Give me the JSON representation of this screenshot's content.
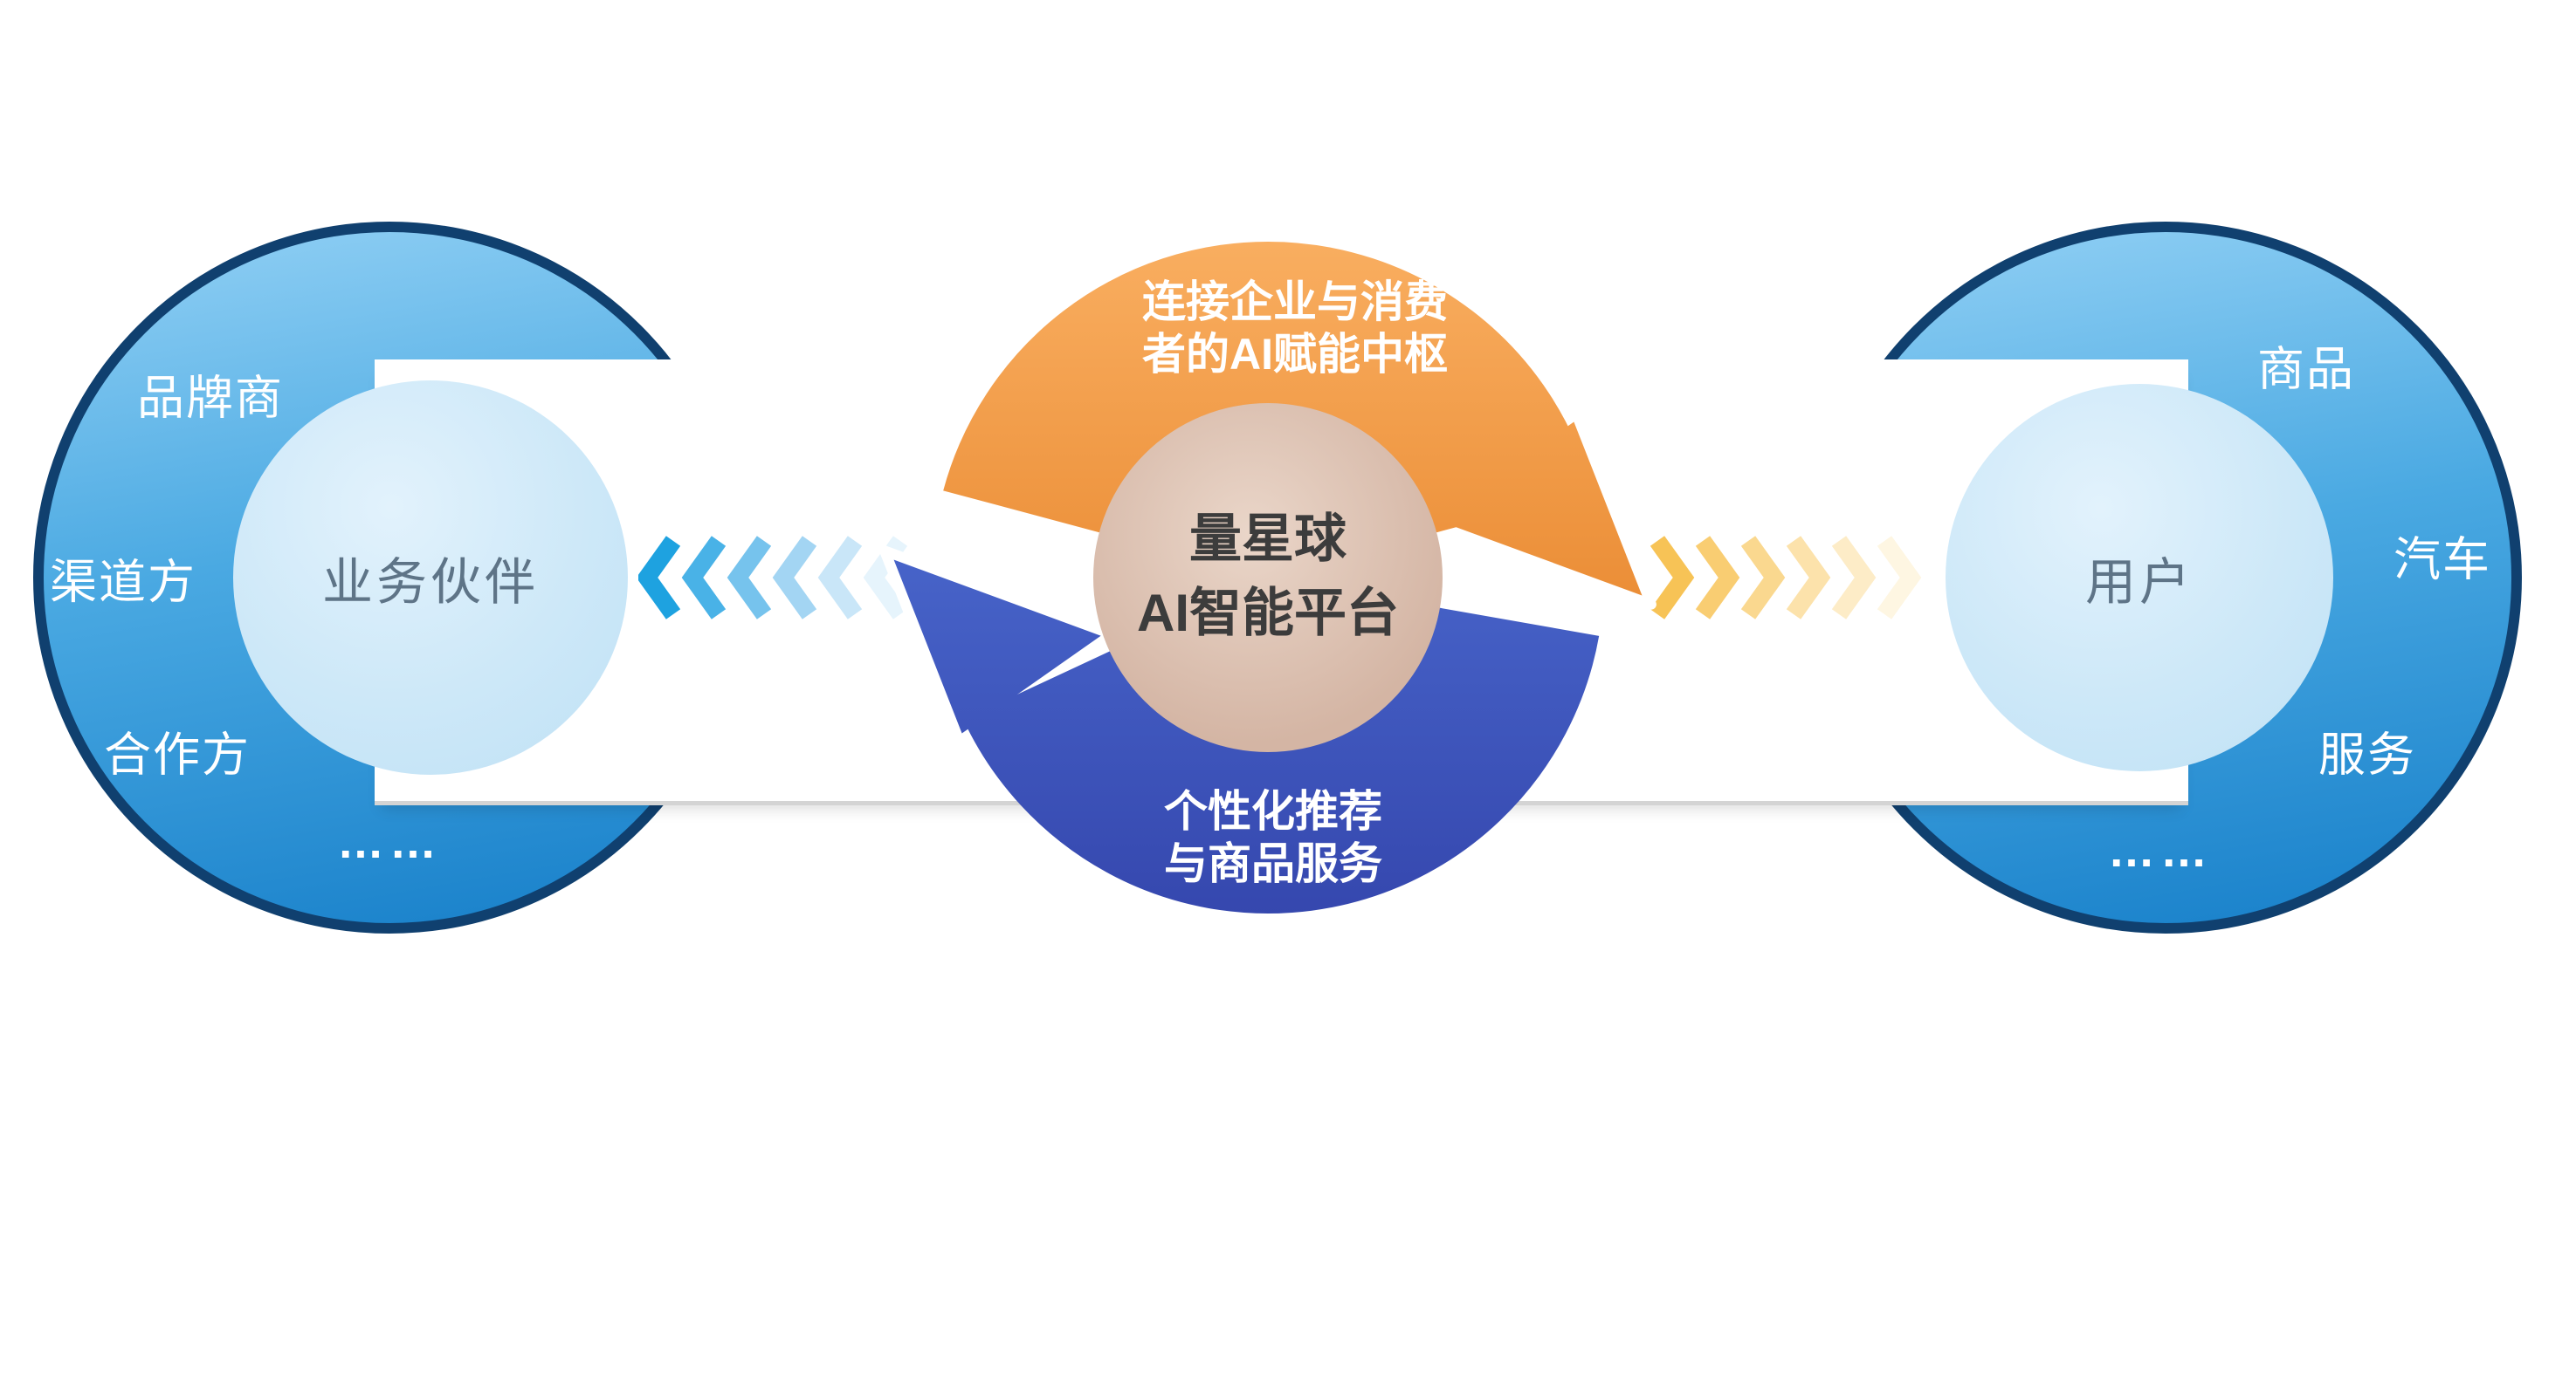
{
  "diagram": {
    "left_circle": {
      "label_top": "品牌商",
      "label_middle": "渠道方",
      "label_bottom": "合作方",
      "ellipsis": "……",
      "inner_label": "业务伙伴"
    },
    "right_circle": {
      "label_top": "商品",
      "label_middle": "汽车",
      "label_bottom": "服务",
      "ellipsis": "……",
      "inner_label": "用户"
    },
    "center": {
      "top_caption_line1": "连接企业与消费",
      "top_caption_line2": "者的AI赋能中枢",
      "core_line1": "量星球",
      "core_line2": "AI智能平台",
      "bottom_caption_line1": "个性化推荐",
      "bottom_caption_line2": "与商品服务"
    },
    "arrows": {
      "left": {
        "direction": "left",
        "colors": [
          "#1ea2e0",
          "#49b2e7",
          "#76c3ed",
          "#a3d5f3",
          "#c9e6f8",
          "#e6f4fc"
        ]
      },
      "right": {
        "direction": "right",
        "colors": [
          "#f7c356",
          "#f9cd72",
          "#fad88f",
          "#fce2ab",
          "#fdecc7",
          "#fef6e2"
        ]
      }
    },
    "colors": {
      "outer_circle_border": "#10406f",
      "outer_circle_top": "#8ccdf3",
      "outer_circle_bottom": "#1a82cb",
      "inner_circle": "#cde8f8",
      "ring_orange": "#ef9541",
      "ring_blue": "#3f57c0",
      "core_circle": "#d8bcab",
      "band": "#ffffff"
    }
  }
}
